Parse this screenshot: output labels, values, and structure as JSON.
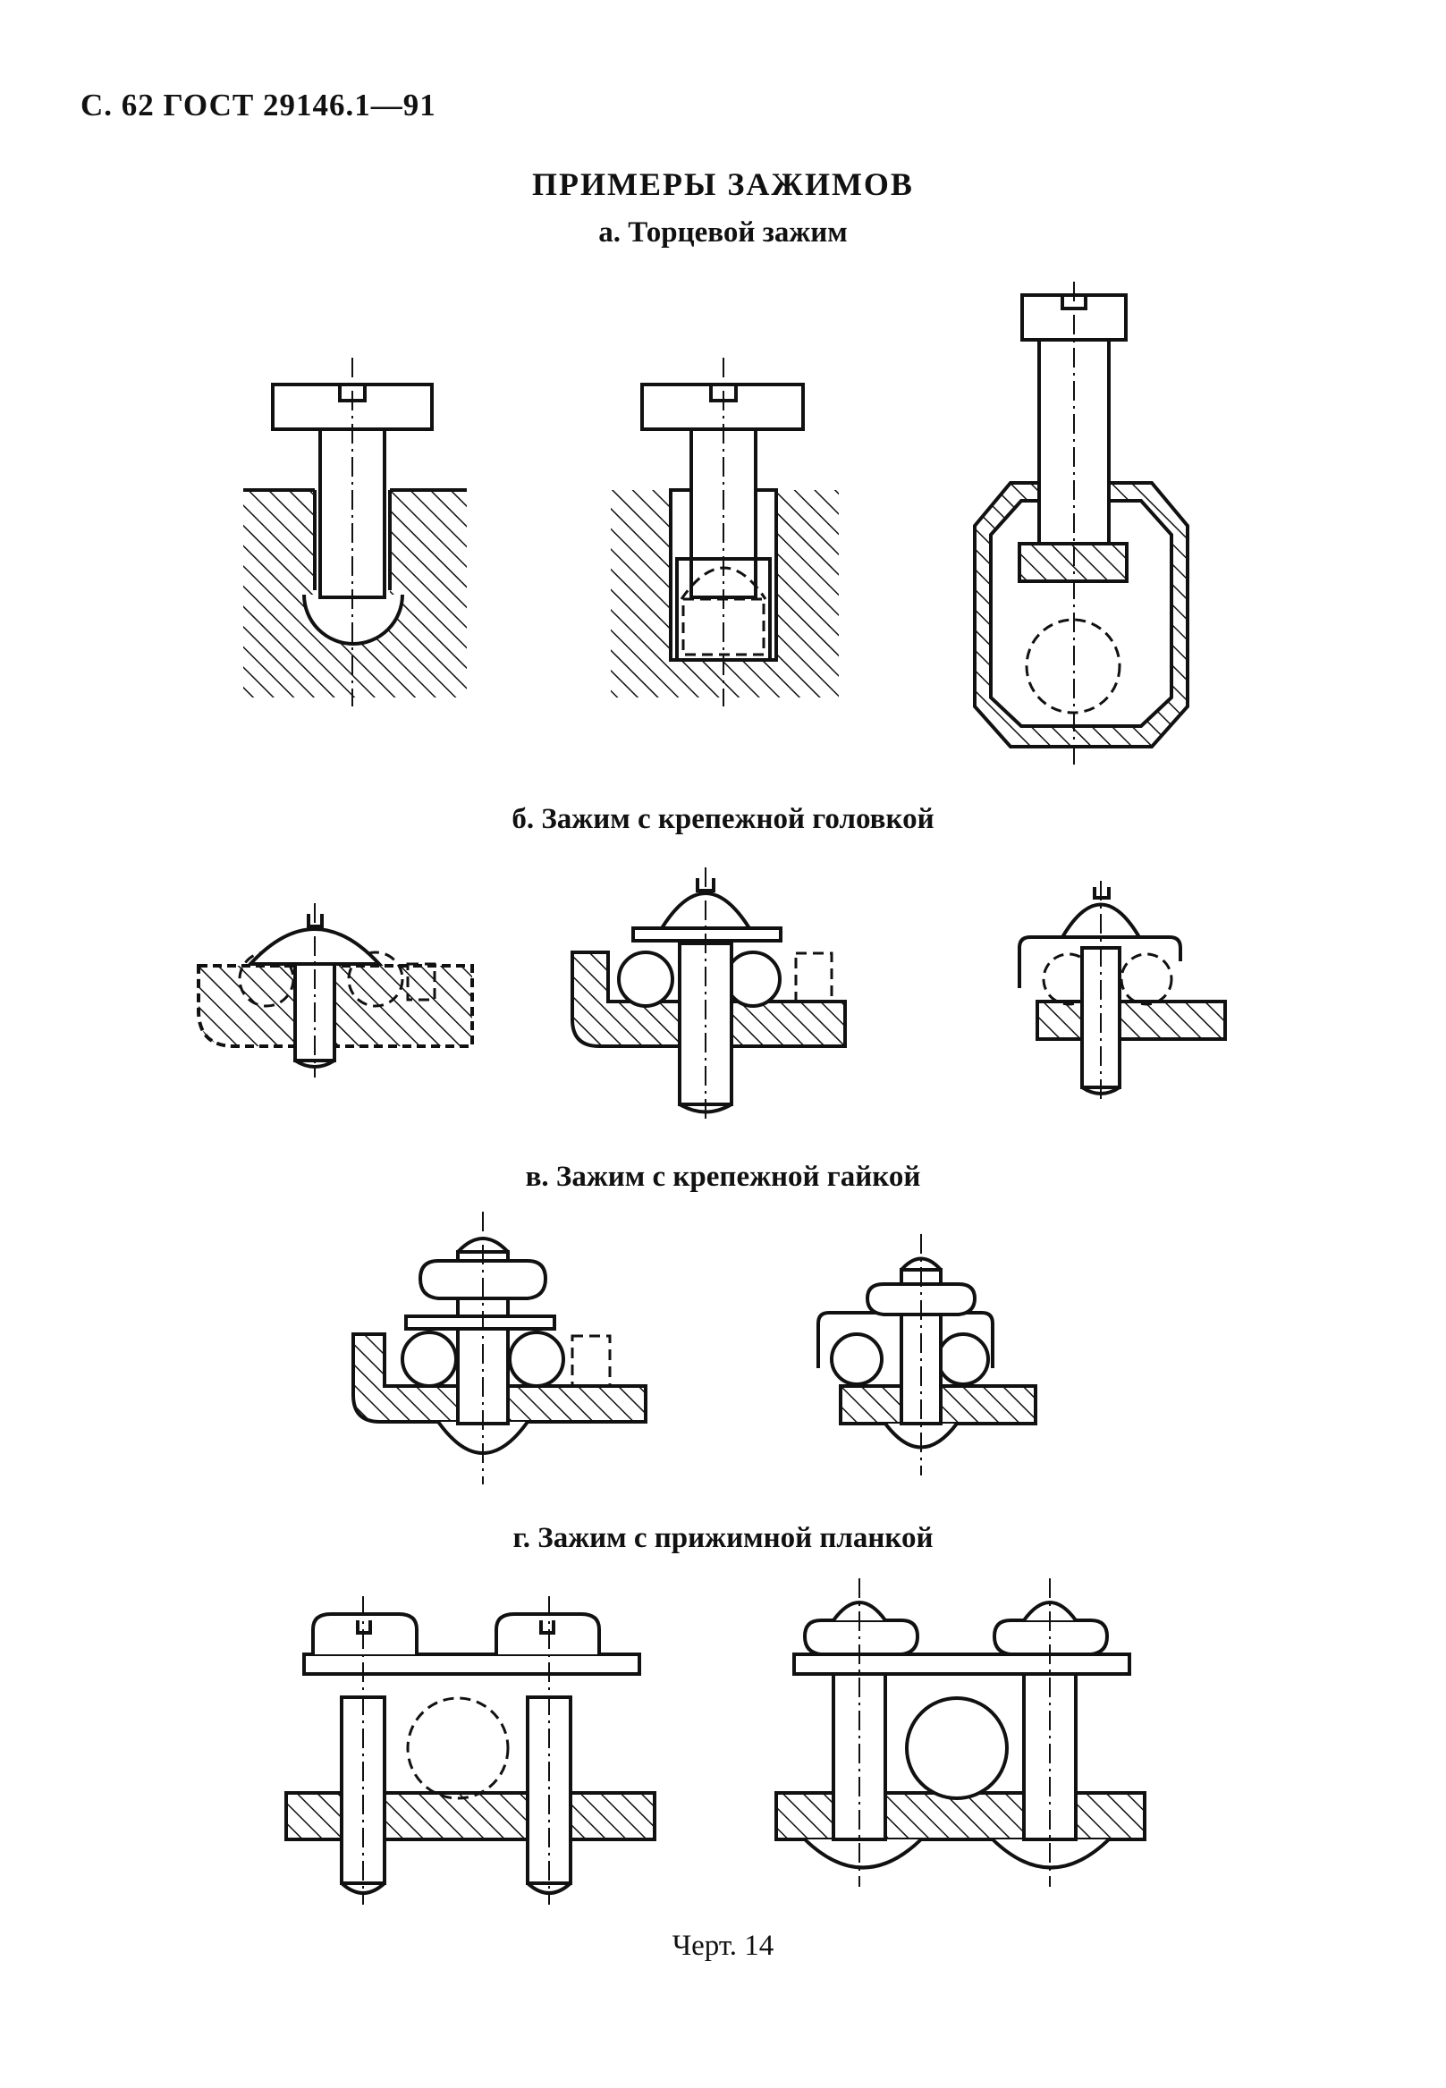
{
  "header": {
    "text": "С. 62 ГОСТ 29146.1—91"
  },
  "title": "ПРИМЕРЫ ЗАЖИМОВ",
  "sections": [
    {
      "label": "а. Торцевой зажим"
    },
    {
      "label": "б. Зажим с крепежной головкой"
    },
    {
      "label": "в. Зажим с крепежной гайкой"
    },
    {
      "label": "г. Зажим с прижимной планкой"
    }
  ],
  "caption": "Черт. 14"
}
